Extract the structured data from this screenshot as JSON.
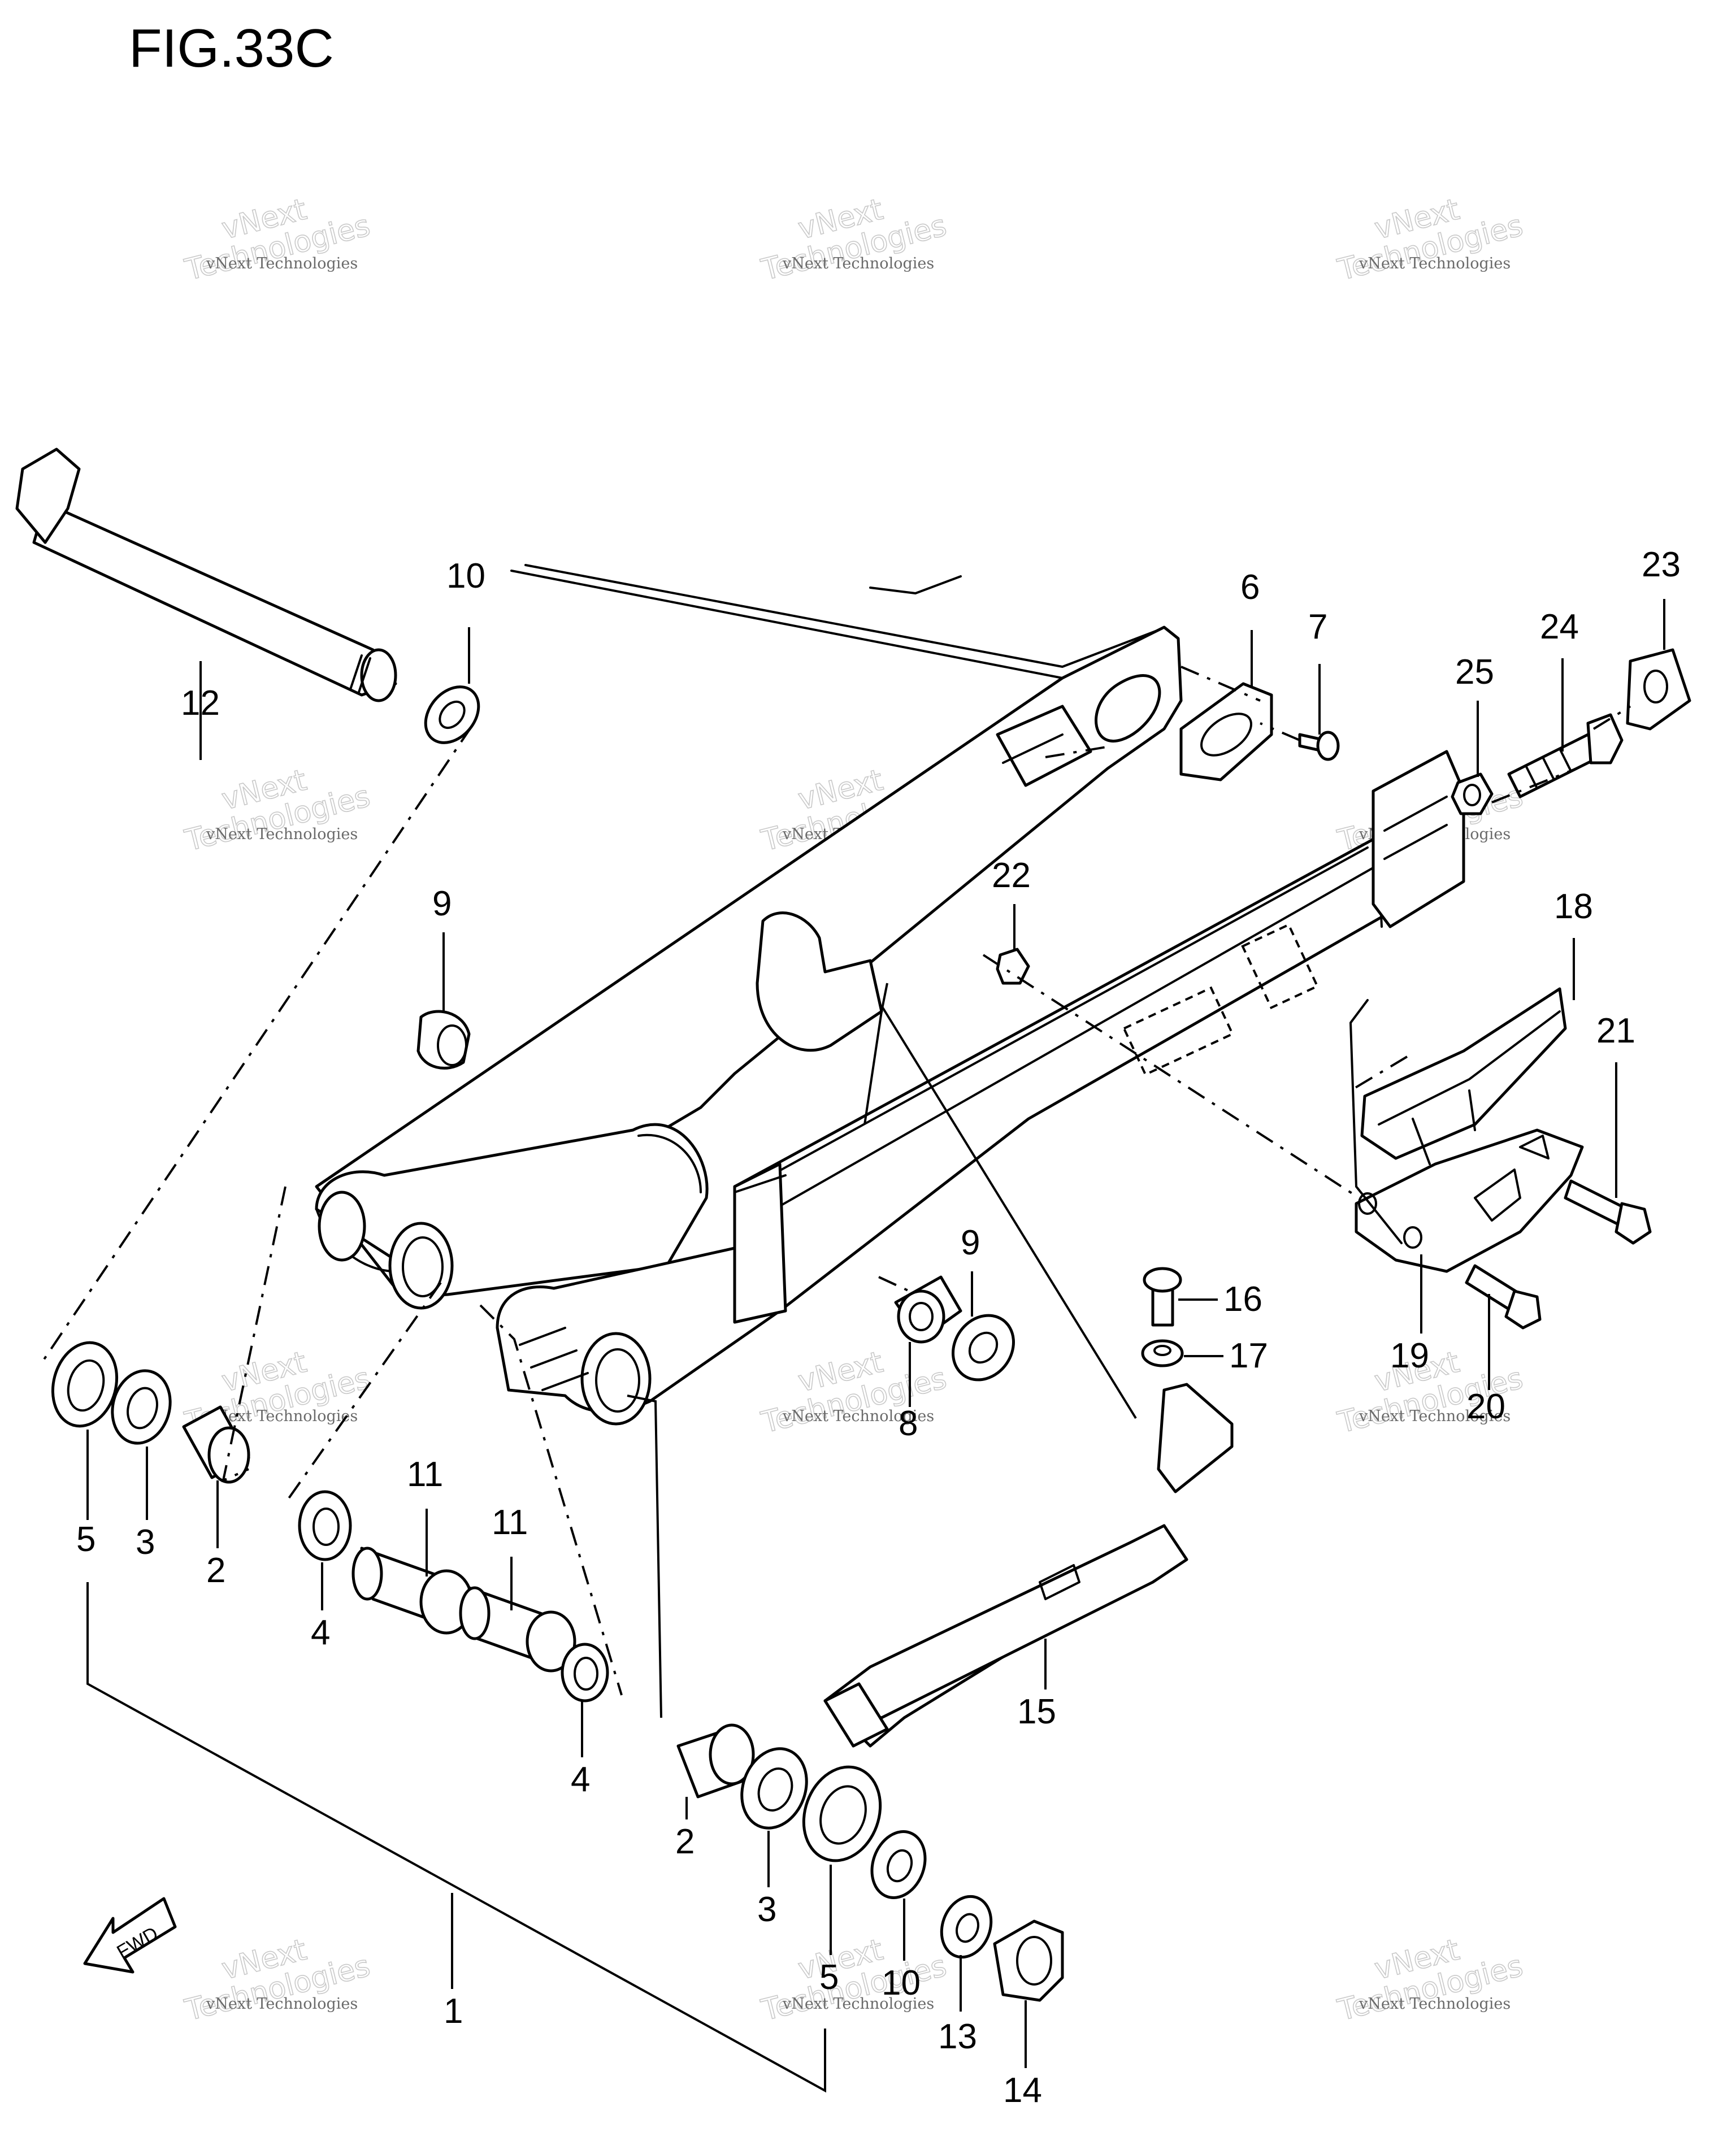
{
  "figure": {
    "title": "FIG.33C"
  },
  "watermark": {
    "line1": "vNext",
    "line2": "Technologies",
    "small": "vNext Technologies"
  },
  "fwd_label": "FWD",
  "callouts": [
    {
      "id": "c12",
      "text": "12"
    },
    {
      "id": "c10a",
      "text": "10"
    },
    {
      "id": "c6",
      "text": "6"
    },
    {
      "id": "c7",
      "text": "7"
    },
    {
      "id": "c23",
      "text": "23"
    },
    {
      "id": "c24",
      "text": "24"
    },
    {
      "id": "c25",
      "text": "25"
    },
    {
      "id": "c9a",
      "text": "9"
    },
    {
      "id": "c22",
      "text": "22"
    },
    {
      "id": "c18",
      "text": "18"
    },
    {
      "id": "c21",
      "text": "21"
    },
    {
      "id": "c9b",
      "text": "9"
    },
    {
      "id": "c16",
      "text": "16"
    },
    {
      "id": "c17",
      "text": "17"
    },
    {
      "id": "c19",
      "text": "19"
    },
    {
      "id": "c20",
      "text": "20"
    },
    {
      "id": "c8",
      "text": "8"
    },
    {
      "id": "c5a",
      "text": "5"
    },
    {
      "id": "c3a",
      "text": "3"
    },
    {
      "id": "c2a",
      "text": "2"
    },
    {
      "id": "c11a",
      "text": "11"
    },
    {
      "id": "c11b",
      "text": "11"
    },
    {
      "id": "c4a",
      "text": "4"
    },
    {
      "id": "c4b",
      "text": "4"
    },
    {
      "id": "c15",
      "text": "15"
    },
    {
      "id": "c2b",
      "text": "2"
    },
    {
      "id": "c3b",
      "text": "3"
    },
    {
      "id": "c5b",
      "text": "5"
    },
    {
      "id": "c10b",
      "text": "10"
    },
    {
      "id": "c13",
      "text": "13"
    },
    {
      "id": "c14",
      "text": "14"
    },
    {
      "id": "c1",
      "text": "1"
    }
  ]
}
